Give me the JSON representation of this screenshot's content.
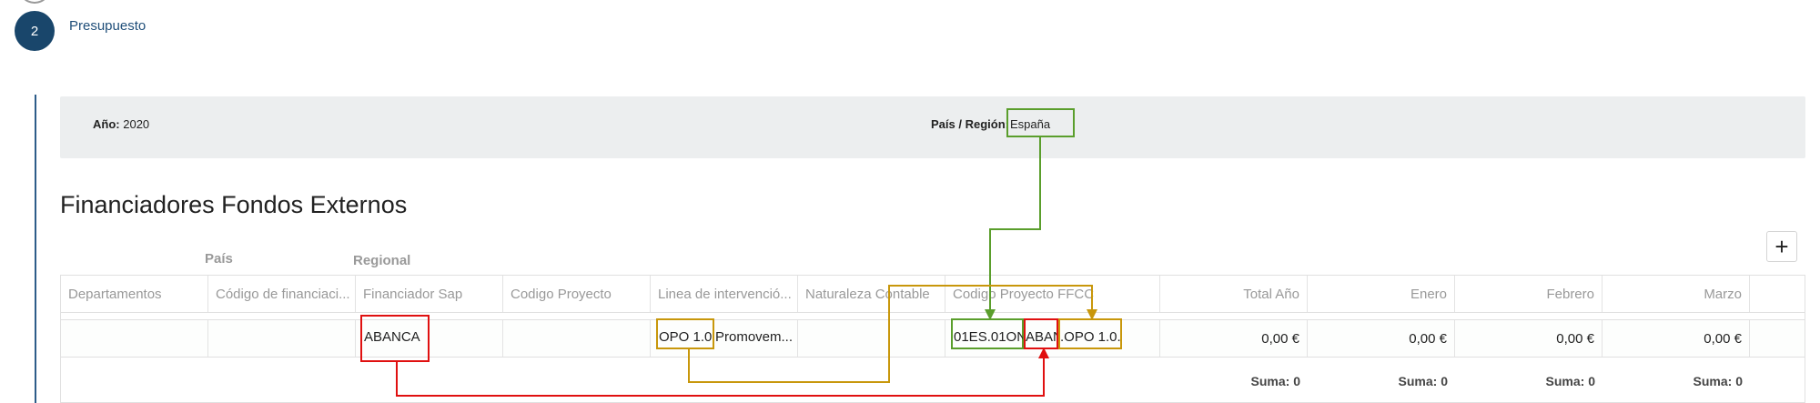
{
  "step": {
    "number": "2",
    "label": "Presupuesto"
  },
  "info": {
    "year_label": "Año:",
    "year_value": "2020",
    "country_label": "País / Región:",
    "country_value": "España"
  },
  "section_title": "Financiadores Fondos Externos",
  "group_labels": {
    "country": "País",
    "regional": "Regional"
  },
  "add_button": "+",
  "table": {
    "headers": [
      "Departamentos",
      "Código de financiaci...",
      "Financiador Sap",
      "Codigo Proyecto",
      "Linea de intervenció...",
      "Naturaleza Contable",
      "Codigo Proyecto FFCC",
      "Total Año",
      "Enero",
      "Febrero",
      "Marzo"
    ],
    "row": {
      "departamentos": "",
      "codigo_financiacion": "",
      "financiador_sap": "ABANCA",
      "codigo_proyecto": "",
      "linea_code": "OPO 1.0",
      "linea_text": "Promovem...",
      "naturaleza": "",
      "ffcc_part1": "01ES.01ON",
      "ffcc_part2": "ABAN",
      "ffcc_part3": ".OPO 1.0.",
      "total": "0,00 €",
      "enero": "0,00 €",
      "febrero": "0,00 €",
      "marzo": "0,00 €"
    },
    "sums": [
      "Suma: 0",
      "Suma: 0",
      "Suma: 0",
      "Suma: 0"
    ]
  },
  "colors": {
    "green": "#5a9e2c",
    "gold": "#c8970b",
    "red": "#e01010",
    "step": "#19466b"
  }
}
